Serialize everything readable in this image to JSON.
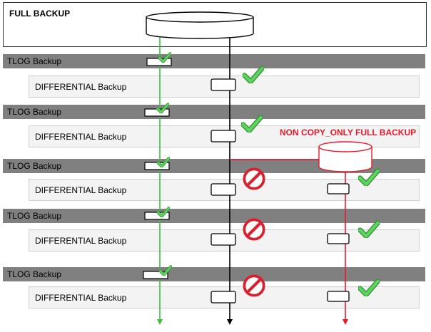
{
  "full_backup": {
    "title": "FULL BACKUP"
  },
  "rows": [
    {
      "tlog_label": "TLOG Backup",
      "differential_label": "DIFFERENTIAL Backup"
    },
    {
      "tlog_label": "TLOG Backup",
      "differential_label": "DIFFERENTIAL Backup"
    },
    {
      "tlog_label": "TLOG Backup",
      "differential_label": "DIFFERENTIAL Backup"
    },
    {
      "tlog_label": "TLOG Backup",
      "differential_label": "DIFFERENTIAL Backup"
    },
    {
      "tlog_label": "TLOG Backup",
      "differential_label": "DIFFERENTIAL Backup"
    }
  ],
  "non_copy_only": {
    "label": "NON COPY_ONLY FULL BACKUP"
  },
  "colors": {
    "tlog_line": "#3cbf3c",
    "diff_line": "#000000",
    "non_copy_line": "#e8192c",
    "check": "#4cc24c",
    "prohibited": "#d9202e"
  }
}
